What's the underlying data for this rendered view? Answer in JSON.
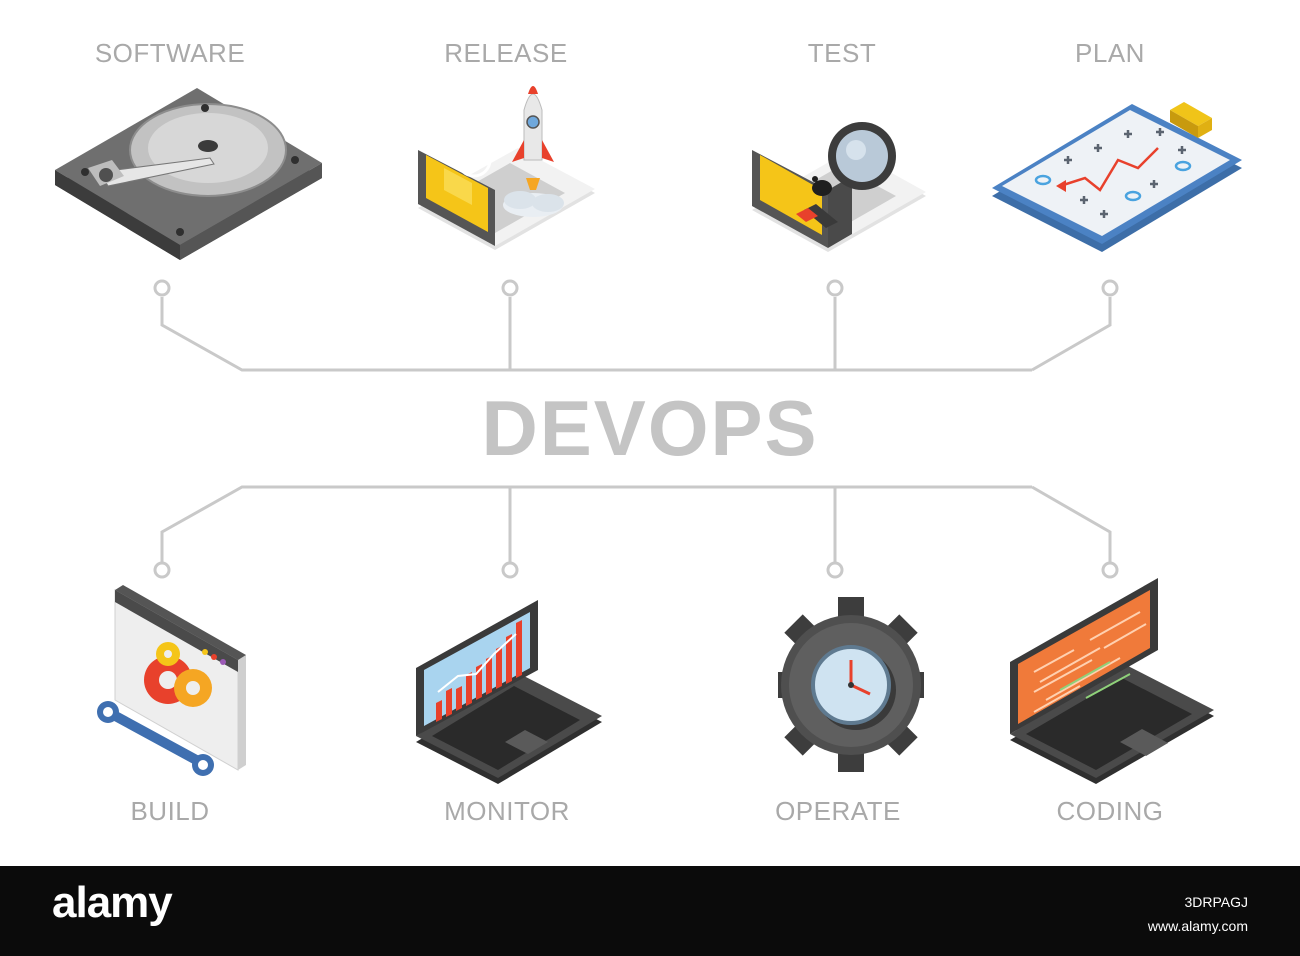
{
  "diagram": {
    "title": "DEVOPS",
    "top_items": [
      {
        "label": "SOFTWARE",
        "icon": "hard-drive-icon"
      },
      {
        "label": "RELEASE",
        "icon": "laptop-rocket-icon"
      },
      {
        "label": "TEST",
        "icon": "laptop-magnifier-icon"
      },
      {
        "label": "PLAN",
        "icon": "strategy-board-icon"
      }
    ],
    "bottom_items": [
      {
        "label": "BUILD",
        "icon": "window-gears-wrench-icon"
      },
      {
        "label": "MONITOR",
        "icon": "laptop-chart-icon"
      },
      {
        "label": "OPERATE",
        "icon": "gear-clock-icon"
      },
      {
        "label": "CODING",
        "icon": "laptop-code-icon"
      }
    ]
  },
  "colors": {
    "connector": "#c9c9c9",
    "label": "#a9a9a9",
    "title": "#c4c4c4",
    "accent_yellow": "#f5c518",
    "accent_red": "#e8412c",
    "accent_orange": "#f07a3a",
    "footer_bg": "#0b0b0b"
  },
  "footer": {
    "brand": "alamy",
    "image_code": "3DRPAGJ",
    "url": "www.alamy.com"
  }
}
